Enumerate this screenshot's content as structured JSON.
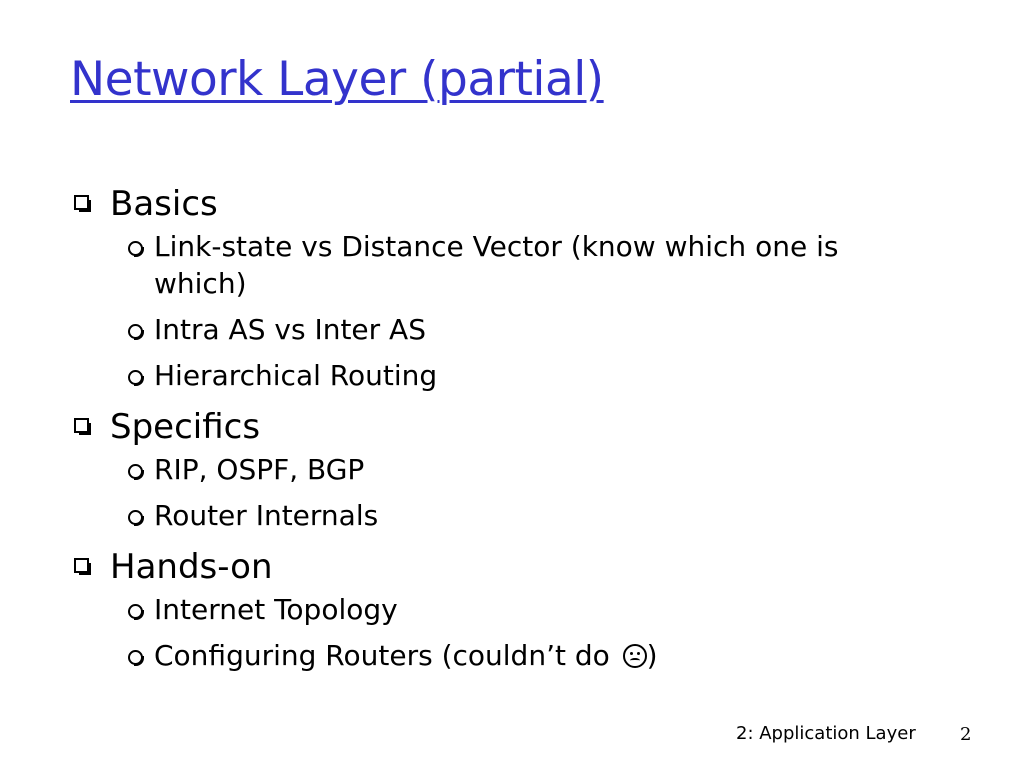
{
  "slide": {
    "title": "Network Layer (partial)",
    "title_color": "#3333cc"
  },
  "sections": [
    {
      "label": "Basics",
      "items": [
        "Link-state vs Distance Vector (know which one is which)",
        "Intra AS vs Inter AS",
        "Hierarchical Routing"
      ]
    },
    {
      "label": "Specifics",
      "items": [
        "RIP, OSPF, BGP",
        "Router Internals"
      ]
    },
    {
      "label": "Hands-on",
      "items": [
        "Internet Topology",
        "Configuring Routers (couldn’t do"
      ],
      "last_item_suffix": ")",
      "last_item_icon": "frown-face-icon"
    }
  ],
  "footer": {
    "label": "2: Application Layer",
    "page_number": "2"
  }
}
